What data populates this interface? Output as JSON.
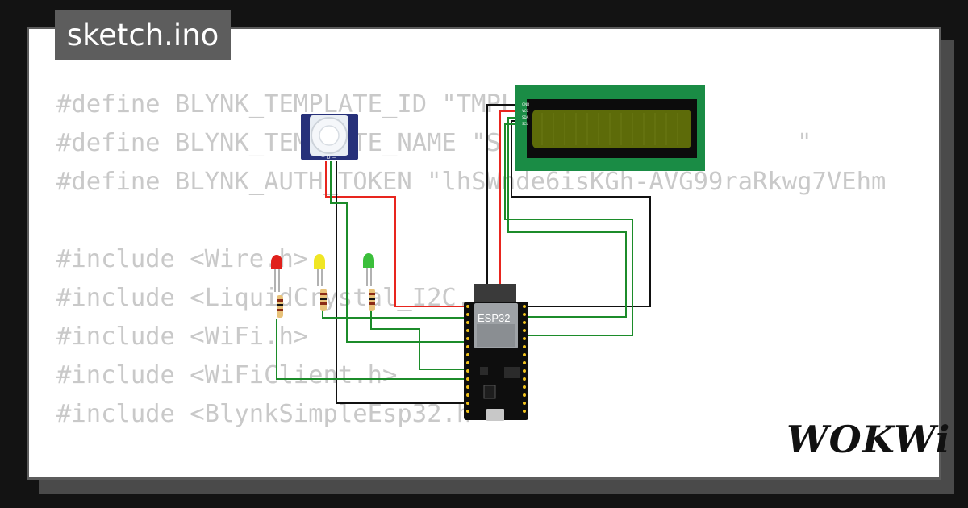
{
  "tab": {
    "title": "sketch.ino"
  },
  "code": {
    "lines": [
      "#define BLYNK_TEMPLATE_ID \"TMPL",
      "#define BLYNK_TEMPLATE_NAME \"S                    \"",
      "#define BLYNK_AUTH_TOKEN \"lhSWnde6isKGh-AVG99raRkwg7VEhm",
      "",
      "#include <Wire.h>",
      "#include <LiquidCrystal_I2C.h>",
      "#include <WiFi.h>",
      "#include <WiFiClient.h>",
      "#include <BlynkSimpleEsp32.h>"
    ]
  },
  "esp32": {
    "label": "ESP32"
  },
  "pir": {
    "pin_labels": "+ D −"
  },
  "lcd": {
    "pins": [
      "GND",
      "VCC",
      "SDA",
      "SCL"
    ]
  },
  "leds": [
    {
      "color": "#e0201b"
    },
    {
      "color": "#f0e624"
    },
    {
      "color": "#3bbf3b"
    }
  ],
  "wires": {
    "red": "#e8251e",
    "black": "#111111",
    "green": "#1c8c2a"
  },
  "brand": {
    "logo": "WOKWi"
  }
}
